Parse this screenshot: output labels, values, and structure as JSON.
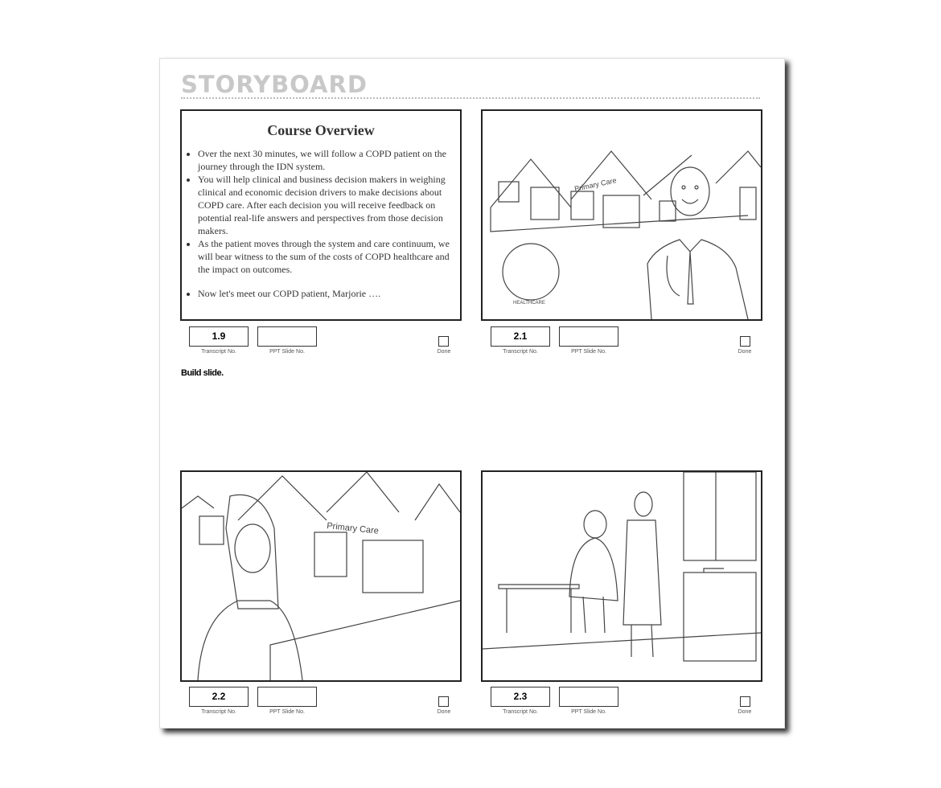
{
  "header": {
    "title": "STORYBOARD"
  },
  "labels": {
    "transcript": "Transcript No.",
    "ppt": "PPT Slide No.",
    "done": "Done"
  },
  "frames": [
    {
      "transcript_no": "1.9",
      "ppt_slide_no": "",
      "done": false,
      "note": "Build slide.",
      "slide": {
        "title": "Course Overview",
        "bullets": [
          "Over the next 30 minutes, we will follow a COPD patient on the journey through the IDN system.",
          "You will help clinical and business decision makers in weighing clinical and economic decision drivers to make decisions about COPD care.  After each decision you will receive feedback on potential real-life answers and perspectives from those decision makers.",
          "As the patient moves through the system and care continuum, we will bear witness to the sum of the costs of COPD healthcare and the impact on outcomes.",
          "Now let's meet our COPD patient, Marjorie …."
        ]
      }
    },
    {
      "transcript_no": "2.1",
      "ppt_slide_no": "",
      "done": false,
      "sign": "Primary Care",
      "logo": "HEALTHCARE"
    },
    {
      "transcript_no": "2.2",
      "ppt_slide_no": "",
      "done": false,
      "sign": "Primary Care"
    },
    {
      "transcript_no": "2.3",
      "ppt_slide_no": "",
      "done": false
    }
  ]
}
